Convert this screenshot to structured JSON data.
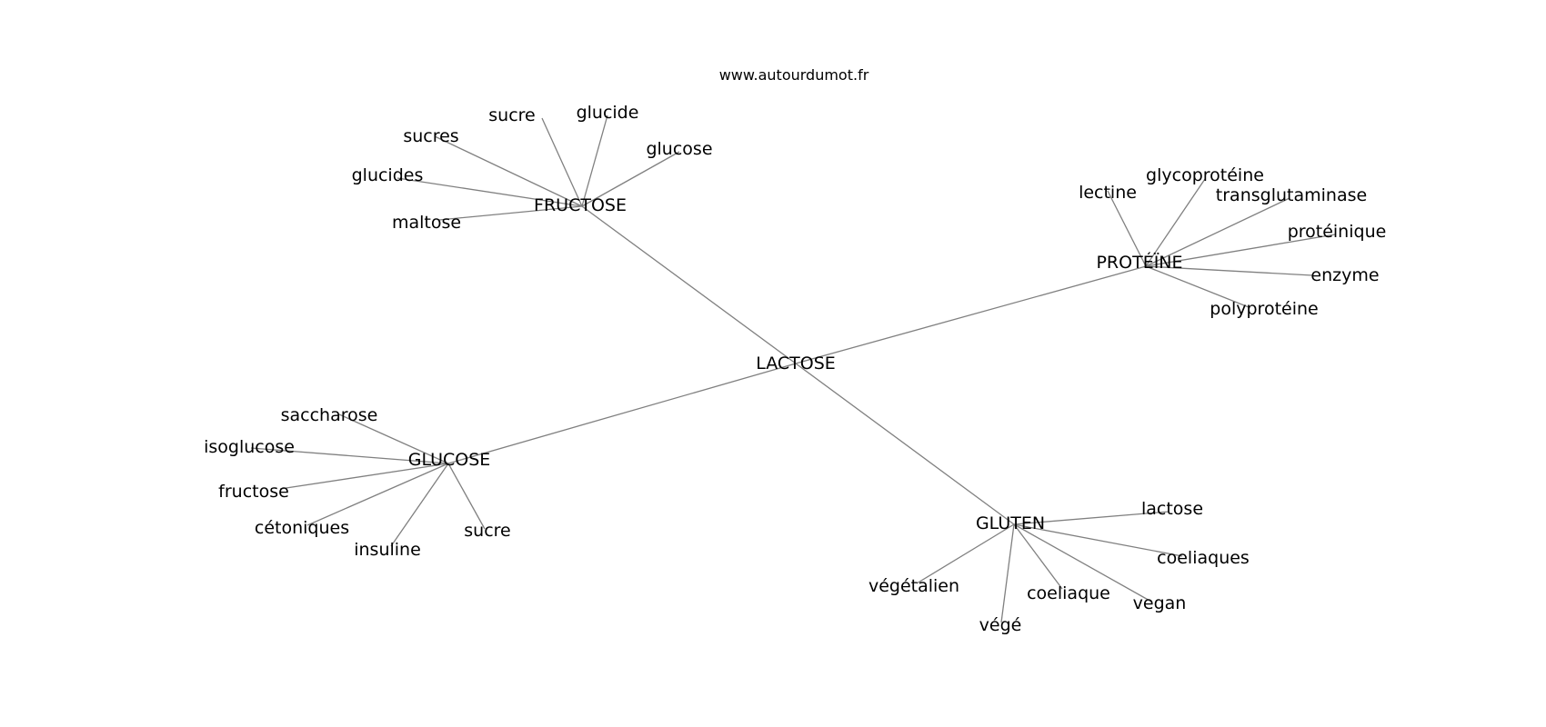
{
  "site": "www.autourdumot.fr",
  "colors": {
    "edge": "#808080",
    "text": "#000000",
    "background": "#ffffff"
  },
  "graph": {
    "center": {
      "id": "lactose",
      "label": "LACTOSE"
    },
    "hubs": [
      {
        "id": "fructose",
        "label": "FRUCTOSE",
        "leaves": [
          {
            "id": "fructose-sucre",
            "label": "sucre"
          },
          {
            "id": "fructose-glucide",
            "label": "glucide"
          },
          {
            "id": "fructose-sucres",
            "label": "sucres"
          },
          {
            "id": "fructose-glucose",
            "label": "glucose"
          },
          {
            "id": "fructose-glucides",
            "label": "glucides"
          },
          {
            "id": "fructose-maltose",
            "label": "maltose"
          }
        ]
      },
      {
        "id": "proteine",
        "label": "PROTÉÏNE",
        "leaves": [
          {
            "id": "proteine-glycoproteine",
            "label": "glycoprotéine"
          },
          {
            "id": "proteine-lectine",
            "label": "lectine"
          },
          {
            "id": "proteine-transglutaminase",
            "label": "transglutaminase"
          },
          {
            "id": "proteine-proteinique",
            "label": "protéinique"
          },
          {
            "id": "proteine-enzyme",
            "label": "enzyme"
          },
          {
            "id": "proteine-polyproteine",
            "label": "polyprotéine"
          }
        ]
      },
      {
        "id": "glucose",
        "label": "GLUCOSE",
        "leaves": [
          {
            "id": "glucose-saccharose",
            "label": "saccharose"
          },
          {
            "id": "glucose-isoglucose",
            "label": "isoglucose"
          },
          {
            "id": "glucose-fructose",
            "label": "fructose"
          },
          {
            "id": "glucose-cetoniques",
            "label": "cétoniques"
          },
          {
            "id": "glucose-insuline",
            "label": "insuline"
          },
          {
            "id": "glucose-sucre",
            "label": "sucre"
          }
        ]
      },
      {
        "id": "gluten",
        "label": "GLUTEN",
        "leaves": [
          {
            "id": "gluten-lactose",
            "label": "lactose"
          },
          {
            "id": "gluten-coeliaques",
            "label": "coeliaques"
          },
          {
            "id": "gluten-vegetalien",
            "label": "végétalien"
          },
          {
            "id": "gluten-coeliaque",
            "label": "coeliaque"
          },
          {
            "id": "gluten-vegan",
            "label": "vegan"
          },
          {
            "id": "gluten-vege",
            "label": "végé"
          }
        ]
      }
    ]
  }
}
